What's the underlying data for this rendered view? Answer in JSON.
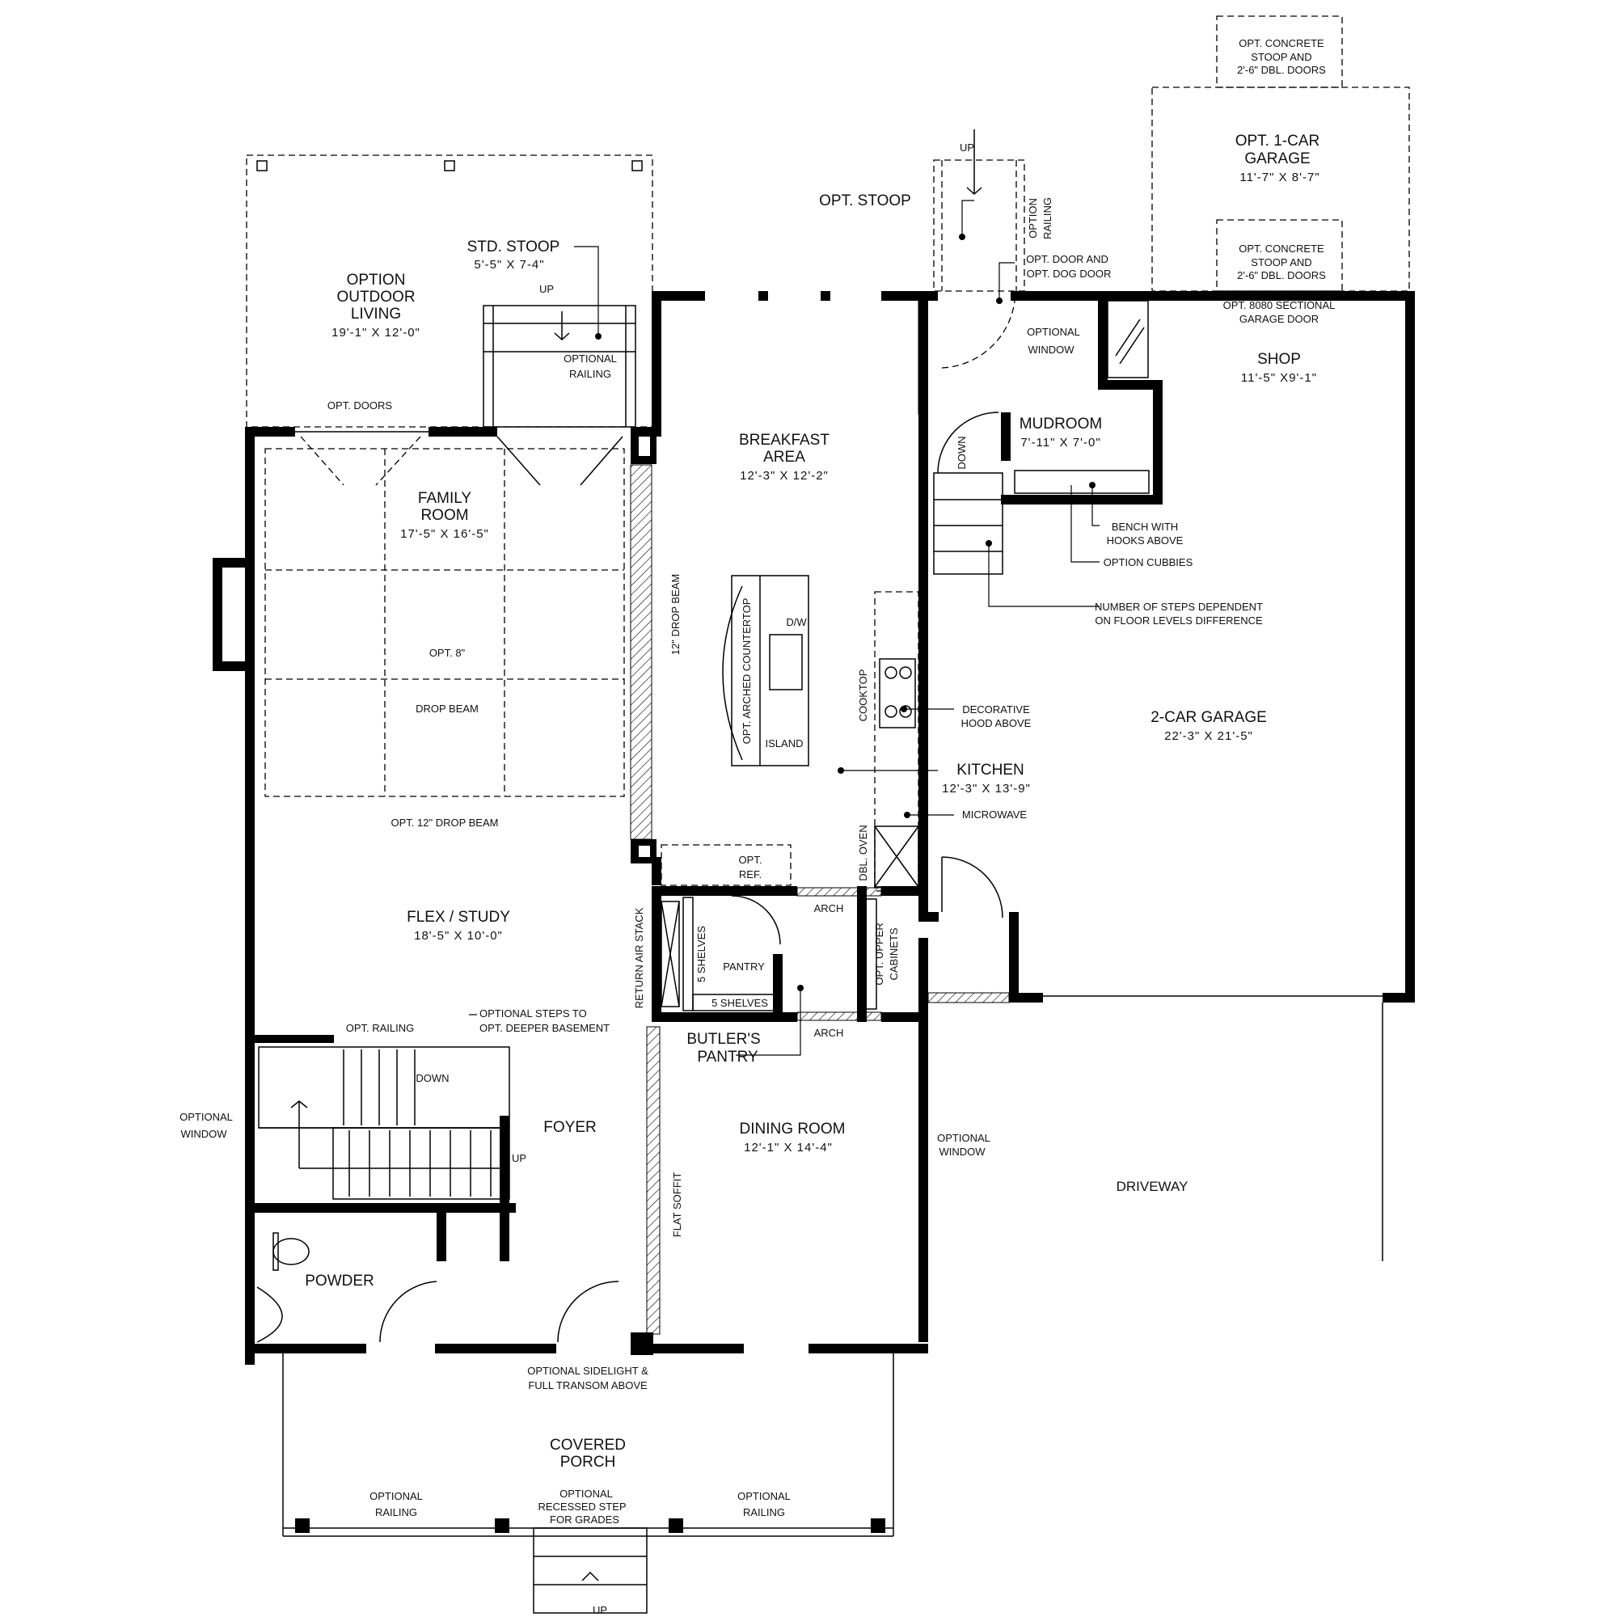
{
  "rooms": {
    "outdoor_living": {
      "l1": "OPTION",
      "l2": "OUTDOOR",
      "l3": "LIVING",
      "dim": "19'-1\" X 12'-0\""
    },
    "std_stoop": {
      "name": "STD. STOOP",
      "dim": "5'-5\" X 7-4\"",
      "up": "UP"
    },
    "optional_railing_stoop": {
      "l1": "OPTIONAL",
      "l2": "RAILING"
    },
    "opt_doors": "OPT. DOORS",
    "family_room": {
      "l1": "FAMILY",
      "l2": "ROOM",
      "dim": "17'-5\" X 16'-5\""
    },
    "opt_8_drop": {
      "l1": "OPT. 8\"",
      "l2": "DROP BEAM"
    },
    "opt_12_drop": "OPT. 12\" DROP BEAM",
    "drop_beam_12": "12\" DROP BEAM",
    "breakfast": {
      "l1": "BREAKFAST",
      "l2": "AREA",
      "dim": "12'-3\" X 12'-2\""
    },
    "opt_arched": "OPT. ARCHED COUNTERTOP",
    "dw": "D/W",
    "island": "ISLAND",
    "cooktop": "COOKTOP",
    "decorative_hood": {
      "l1": "DECORATIVE",
      "l2": "HOOD ABOVE"
    },
    "kitchen": {
      "name": "KITCHEN",
      "dim": "12'-3\" X 13'-9\""
    },
    "microwave": "MICROWAVE",
    "dbl_oven": "DBL. OVEN",
    "opt_ref": {
      "l1": "OPT.",
      "l2": "REF."
    },
    "arch": "ARCH",
    "return_air": "RETURN AIR STACK",
    "five_shelves": "5 SHELVES",
    "pantry": "PANTRY",
    "opt_upper": {
      "l1": "OPT. UPPER",
      "l2": "CABINETS"
    },
    "butlers": {
      "l1": "BUTLER'S",
      "l2": "PANTRY"
    },
    "flex": {
      "name": "FLEX / STUDY",
      "dim": "18'-5\" X 10'-0\""
    },
    "opt_steps": {
      "l1": "OPTIONAL STEPS TO",
      "l2": "OPT. DEEPER BASEMENT"
    },
    "opt_railing": "OPT. RAILING",
    "down": "DOWN",
    "up": "UP",
    "foyer": "FOYER",
    "optional_window": {
      "l1": "OPTIONAL",
      "l2": "WINDOW"
    },
    "dining": {
      "name": "DINING ROOM",
      "dim": "12'-1\" X 14'-4\""
    },
    "flat_soffit": "FLAT SOFFIT",
    "powder": "POWDER",
    "sidelight": {
      "l1": "OPTIONAL SIDELIGHT &",
      "l2": "FULL TRANSOM ABOVE"
    },
    "porch": {
      "l1": "COVERED",
      "l2": "PORCH"
    },
    "porch_railing": {
      "l1": "OPTIONAL",
      "l2": "RAILING"
    },
    "recessed_step": {
      "l1": "OPTIONAL",
      "l2": "RECESSED STEP",
      "l3": "FOR GRADES"
    },
    "opt_stoop": {
      "name": "OPT. STOOP",
      "up": "UP"
    },
    "option_railing_v": {
      "l1": "OPTION",
      "l2": "RAILING"
    },
    "opt_door_dog": {
      "l1": "OPT. DOOR AND",
      "l2": "OPT. DOG DOOR"
    },
    "opt_window_mud": {
      "l1": "OPTIONAL",
      "l2": "WINDOW"
    },
    "mudroom": {
      "name": "MUDROOM",
      "dim": "7'-11\" X 7'-0\""
    },
    "bench": {
      "l1": "BENCH WITH",
      "l2": "HOOKS ABOVE"
    },
    "cubbies": "OPTION CUBBIES",
    "steps_note": {
      "l1": "NUMBER OF STEPS DEPENDENT",
      "l2": "ON FLOOR LEVELS DIFFERENCE"
    },
    "opt_garage": {
      "l1": "OPT. 1-CAR",
      "l2": "GARAGE",
      "dim": "11'-7\" X 8'-7\""
    },
    "concrete_stoop": {
      "l1": "OPT. CONCRETE",
      "l2": "STOOP AND",
      "l3": "2'-6\" DBL. DOORS"
    },
    "sectional": {
      "l1": "OPT. 8080 SECTIONAL",
      "l2": "GARAGE DOOR"
    },
    "shop": {
      "name": "SHOP",
      "dim": "11'-5\" X9'-1\""
    },
    "garage": {
      "name": "2-CAR GARAGE",
      "dim": "22'-3\" X 21'-5\""
    },
    "driveway": "DRIVEWAY"
  }
}
